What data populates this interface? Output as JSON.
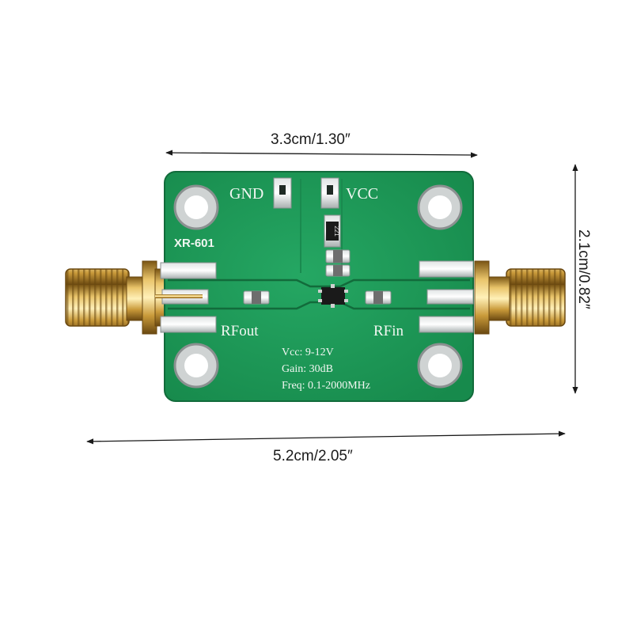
{
  "dimensions": {
    "board_width": "3.3cm/1.30″",
    "board_height": "2.1cm/0.82″",
    "overall_length": "5.2cm/2.05″"
  },
  "board": {
    "model": "XR-601",
    "gnd": "GND",
    "vcc": "VCC",
    "rf_out": "RFout",
    "rf_in": "RFin",
    "spec_vcc": "Vcc: 9-12V",
    "spec_gain": "Gain: 30dB",
    "spec_freq": "Freq: 0.1-2000MHz",
    "resistor_code": "221"
  },
  "colors": {
    "pcb": "#1f9a5a",
    "gold": "#c99a3a",
    "silkscreen": "#f2f7f2"
  }
}
